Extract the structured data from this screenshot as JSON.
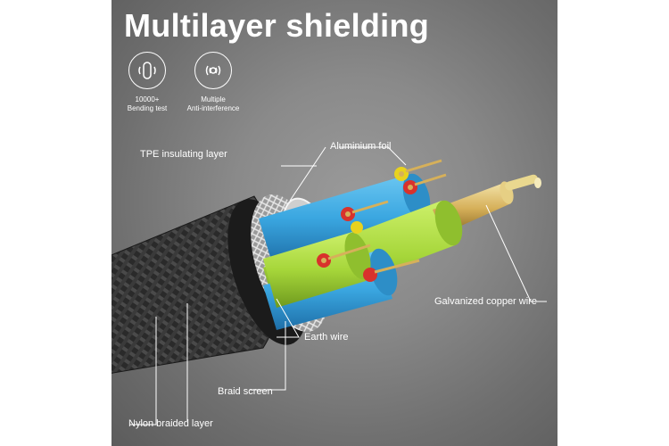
{
  "title": "Multilayer shielding",
  "features": [
    {
      "icon": "bend-test-icon",
      "line1": "10000+",
      "line2": "Bending test"
    },
    {
      "icon": "anti-interference-icon",
      "line1": "Multiple",
      "line2": "Anti-interference"
    }
  ],
  "labels": {
    "tpe": "TPE insulating layer",
    "foil": "Aluminium foil",
    "copper": "Galvanized copper wire",
    "earth": "Earth wire",
    "braid": "Braid screen",
    "nylon": "Nylon braided layer"
  },
  "colors": {
    "core_blue": "#3aa6e0",
    "core_green": "#a6d63a",
    "insulation_red": "#d8322c",
    "insulation_yellow": "#e8d21e",
    "copper": "#d6b05a"
  }
}
